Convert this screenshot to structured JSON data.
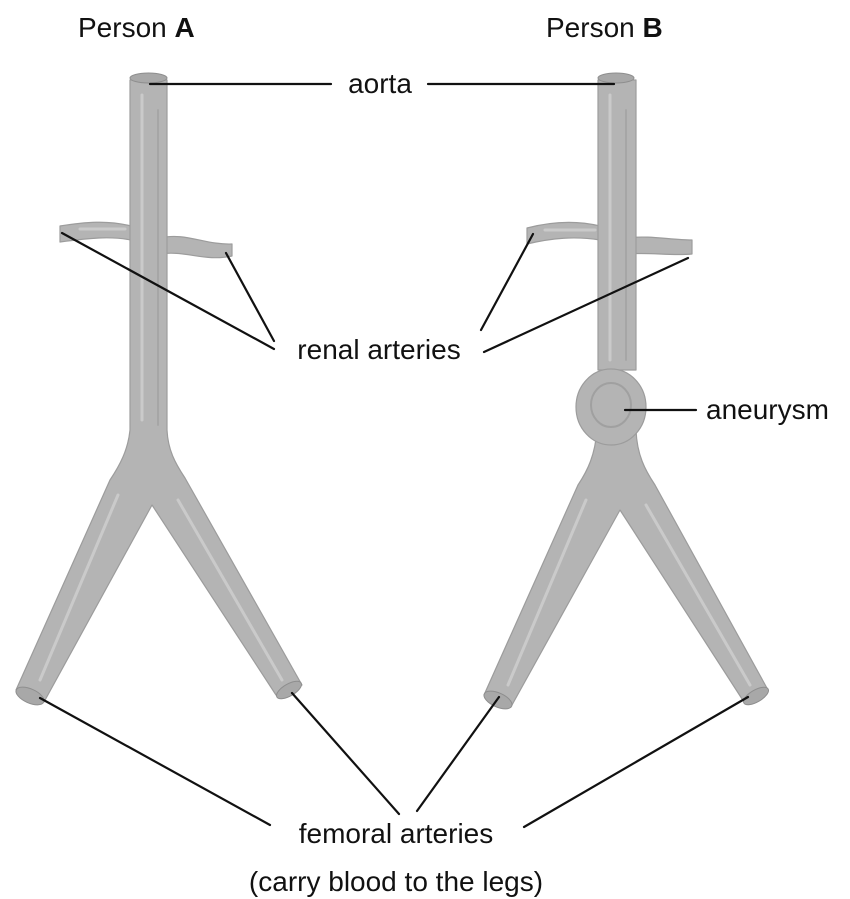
{
  "persons": [
    {
      "prefix": "Person ",
      "letter": "A"
    },
    {
      "prefix": "Person ",
      "letter": "B"
    }
  ],
  "labels": {
    "aorta": "aorta",
    "renal": "renal arteries",
    "aneurysm": "aneurysm",
    "femoral": "femoral arteries",
    "femoral_note": "(carry blood to the legs)"
  },
  "colors": {
    "vessel": "#b4b4b4",
    "leader": "#111111"
  }
}
